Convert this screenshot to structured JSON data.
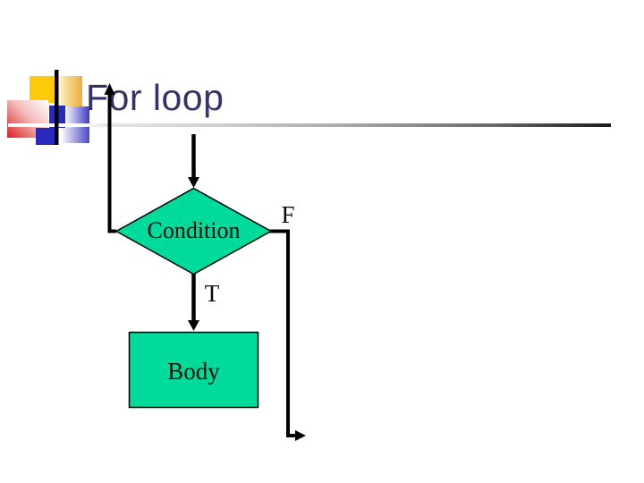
{
  "slide": {
    "title": "For loop",
    "title_color": "#333366",
    "shape_fill": "#00DB9B",
    "line_color": "#000000",
    "flowchart": {
      "condition_label": "Condition",
      "true_label": "T",
      "false_label": "F",
      "body_label": "Body"
    },
    "logo_colors": {
      "yellow": "#FFCA08",
      "blue": "#2929BE",
      "red": "#DB2020"
    }
  }
}
